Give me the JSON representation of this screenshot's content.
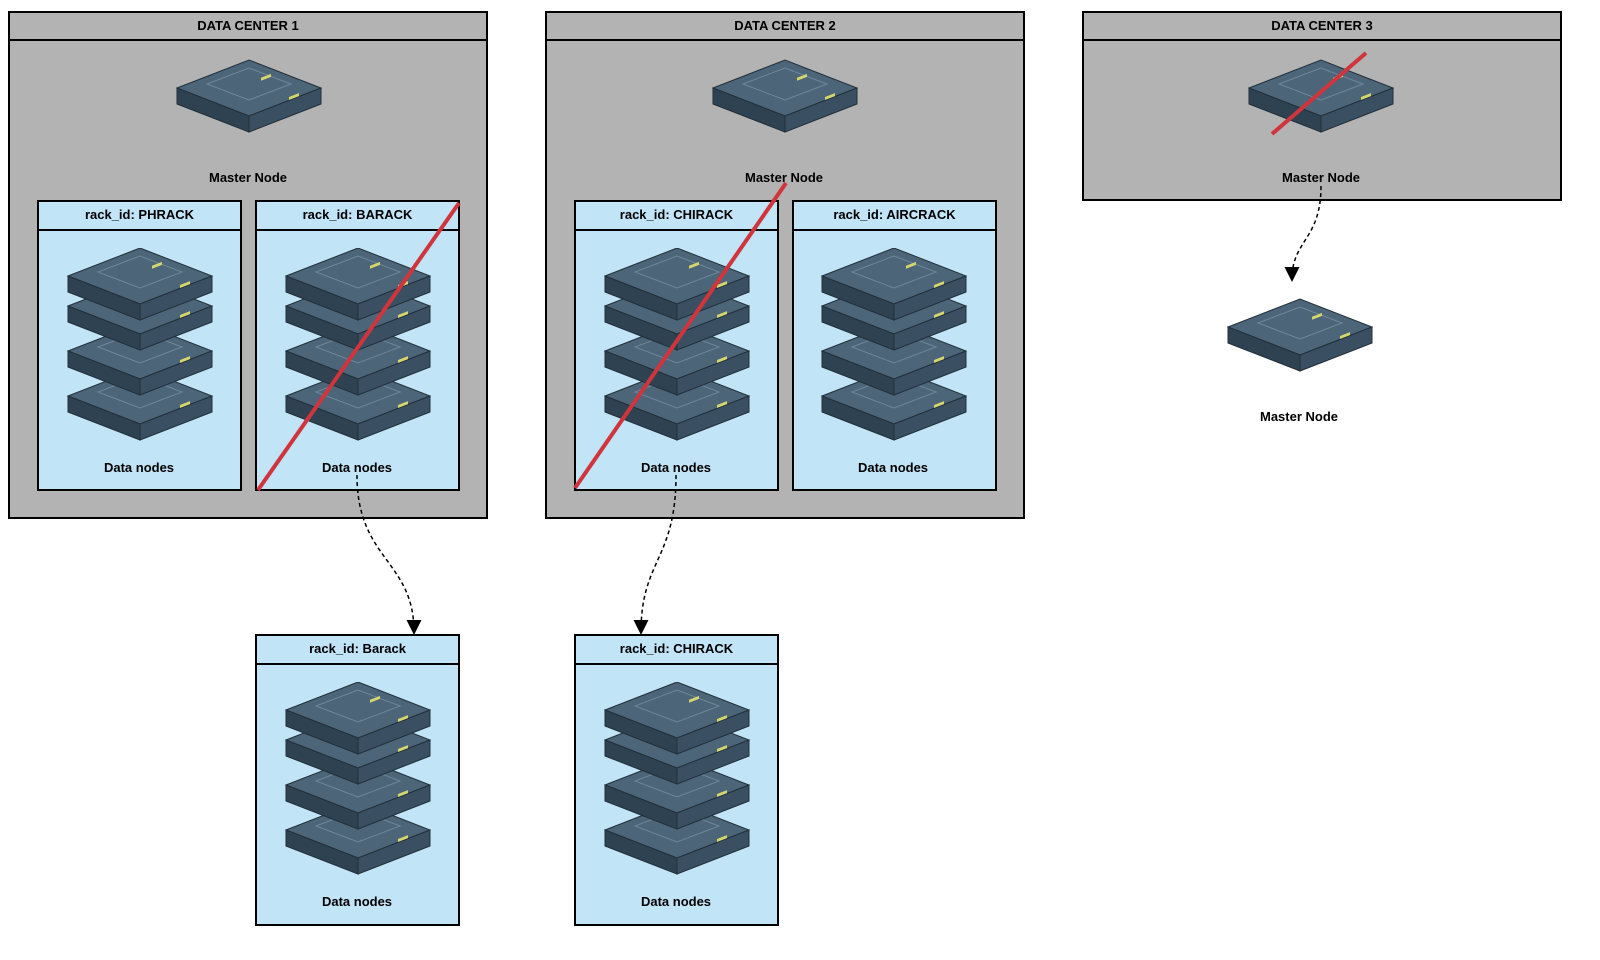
{
  "data_centers": [
    {
      "title": "DATA CENTER 1",
      "master_label": "Master Node"
    },
    {
      "title": "DATA CENTER 2",
      "master_label": "Master Node"
    },
    {
      "title": "DATA CENTER 3",
      "master_label": "Master Node"
    }
  ],
  "racks": [
    {
      "title": "rack_id: PHRACK",
      "label": "Data nodes"
    },
    {
      "title": "rack_id: BARACK",
      "label": "Data nodes"
    },
    {
      "title": "rack_id: CHIRACK",
      "label": "Data nodes"
    },
    {
      "title": "rack_id: AIRCRACK",
      "label": "Data nodes"
    }
  ],
  "moved_racks": [
    {
      "title": "rack_id: Barack",
      "label": "Data nodes"
    },
    {
      "title": "rack_id: CHIRACK",
      "label": "Data nodes"
    }
  ],
  "moved_master": {
    "label": "Master Node"
  },
  "colors": {
    "dc_fill": "#b3b3b3",
    "rack_fill": "#c1e4f6",
    "failure_strike": "#d0343c",
    "server_body": "#3f5566"
  }
}
